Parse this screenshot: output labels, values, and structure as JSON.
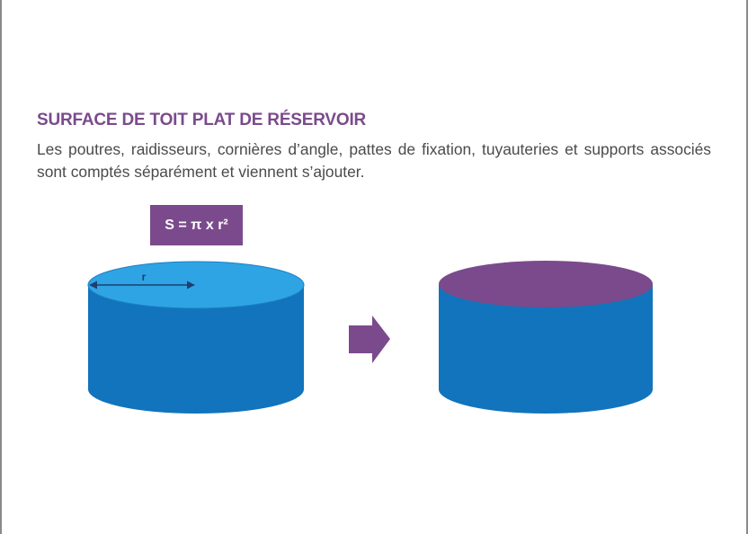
{
  "title": "SURFACE DE TOIT PLAT DE RÉSERVOIR",
  "description": "Les poutres, raidisseurs, cornières d’angle, pattes de fixation, tuyauteries et supports associés sont comptés séparément et viennent s’ajouter.",
  "formula": "S = π x r²",
  "radius_label": "r",
  "colors": {
    "title": "#7b4a8c",
    "cylinder_body": "#1174bc",
    "cylinder_top_left": "#2fa4e4",
    "cylinder_top_right": "#7b4a8c",
    "arrow": "#7b4a8c",
    "formula_box": "#7b4a8c"
  }
}
